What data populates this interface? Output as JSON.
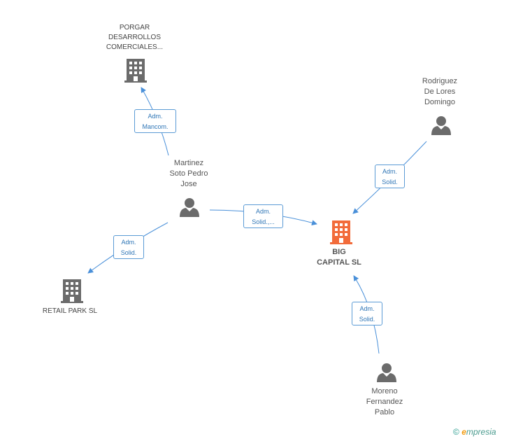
{
  "nodes": {
    "big_capital": {
      "label_line1": "BIG",
      "label_line2": "CAPITAL SL",
      "type": "company",
      "color": "#f26b3a",
      "role": "main"
    },
    "porgar": {
      "label_line1": "PORGAR",
      "label_line2": "DESARROLLOS",
      "label_line3": "COMERCIALES...",
      "type": "company",
      "color": "#6b6b6b"
    },
    "retail_park": {
      "label_line1": "RETAIL PARK SL",
      "type": "company",
      "color": "#6b6b6b"
    },
    "martinez": {
      "label_line1": "Martinez",
      "label_line2": "Soto Pedro",
      "label_line3": "Jose",
      "type": "person",
      "color": "#6b6b6b"
    },
    "rodriguez": {
      "label_line1": "Rodriguez",
      "label_line2": "De Lores",
      "label_line3": "Domingo",
      "type": "person",
      "color": "#6b6b6b"
    },
    "moreno": {
      "label_line1": "Moreno",
      "label_line2": "Fernandez",
      "label_line3": "Pablo",
      "type": "person",
      "color": "#6b6b6b"
    }
  },
  "edges": [
    {
      "from": "martinez",
      "to": "porgar",
      "label_line1": "Adm.",
      "label_line2": "Mancom."
    },
    {
      "from": "martinez",
      "to": "big_capital",
      "label_line1": "Adm.",
      "label_line2": "Solid.,..."
    },
    {
      "from": "martinez",
      "to": "retail_park",
      "label_line1": "Adm.",
      "label_line2": "Solid."
    },
    {
      "from": "rodriguez",
      "to": "big_capital",
      "label_line1": "Adm.",
      "label_line2": "Solid."
    },
    {
      "from": "moreno",
      "to": "big_capital",
      "label_line1": "Adm.",
      "label_line2": "Solid."
    }
  ],
  "colors": {
    "edge": "#4a90d9",
    "edge_label_border": "#5b9bd5",
    "edge_label_text": "#2e75b6"
  },
  "watermark": {
    "copyright": "©",
    "brand_initial": "e",
    "brand_rest": "mpresia"
  }
}
